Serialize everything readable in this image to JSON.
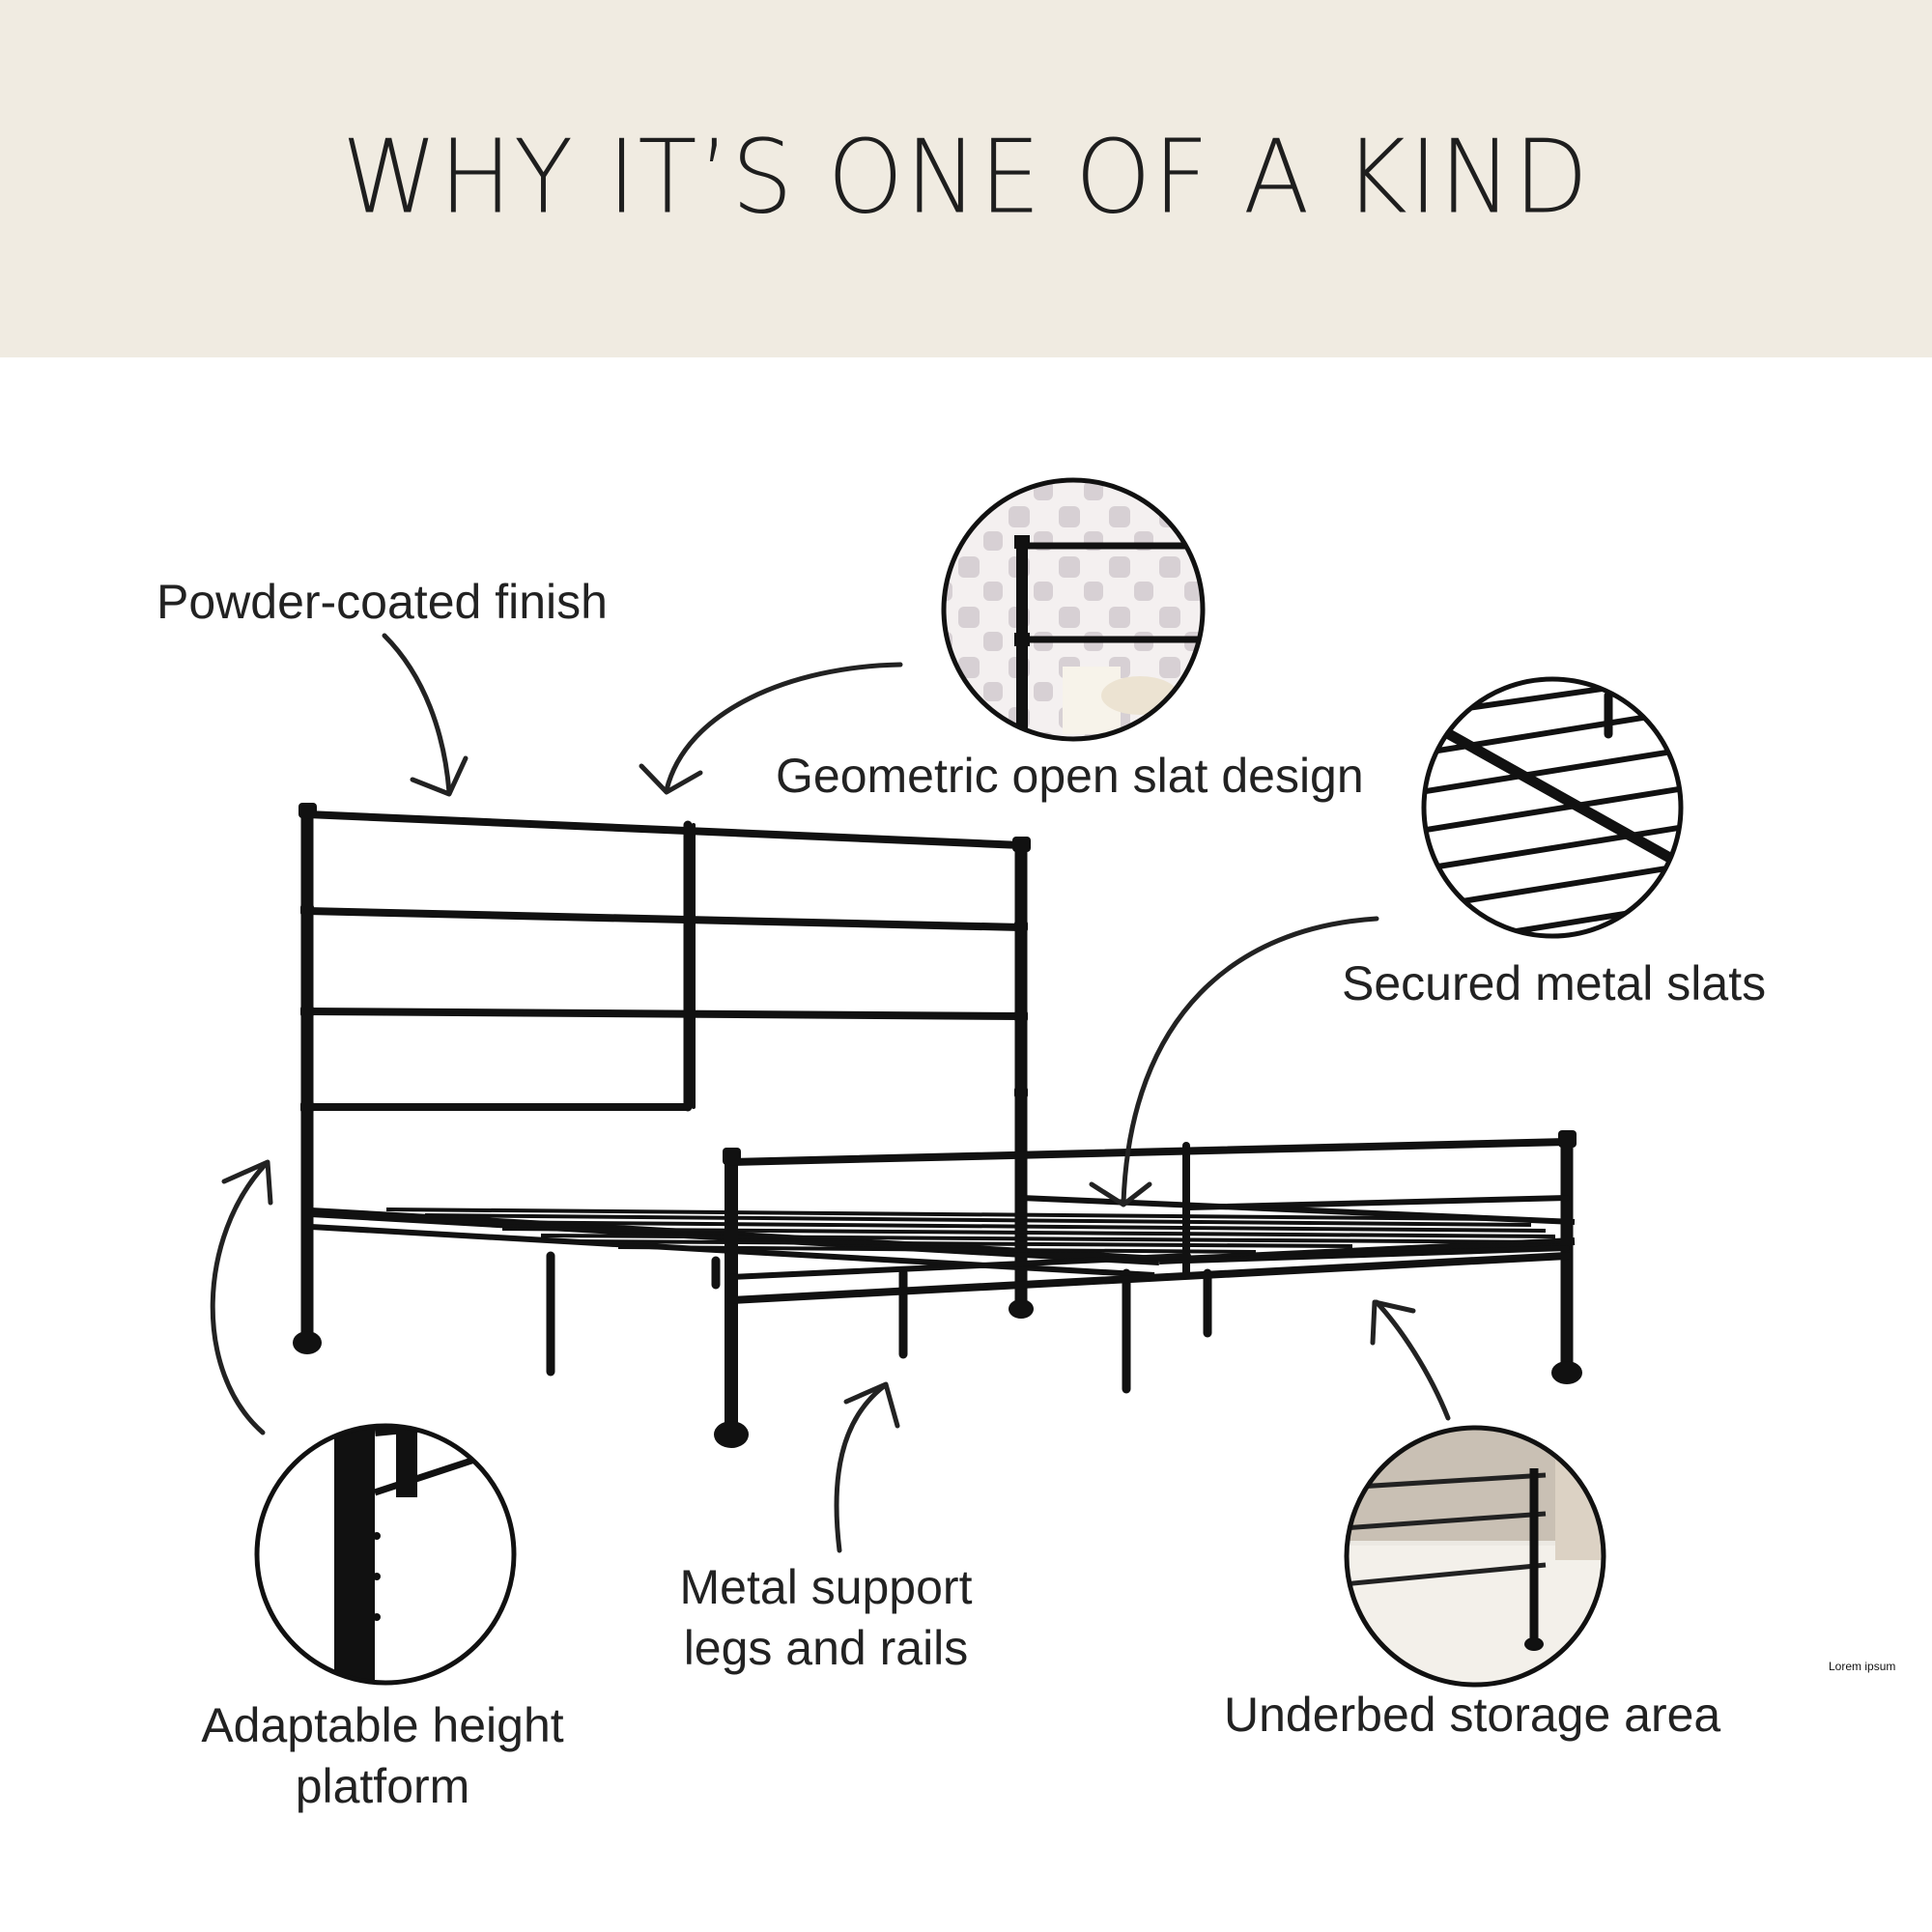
{
  "banner": {
    "title": "WHY IT’S ONE OF A KIND"
  },
  "callouts": {
    "powder_coated": "Powder-coated finish",
    "geometric": "Geometric open slat design",
    "secured_slats": "Secured metal slats",
    "adaptable_line1": "Adaptable height",
    "adaptable_line2": "platform",
    "metal_support_line1": "Metal support",
    "metal_support_line2": "legs and rails",
    "underbed": "Underbed storage area"
  },
  "note": "Lorem ipsum",
  "colors": {
    "banner_bg": "#f0ebe1",
    "frame": "#111111",
    "text": "#222222"
  }
}
